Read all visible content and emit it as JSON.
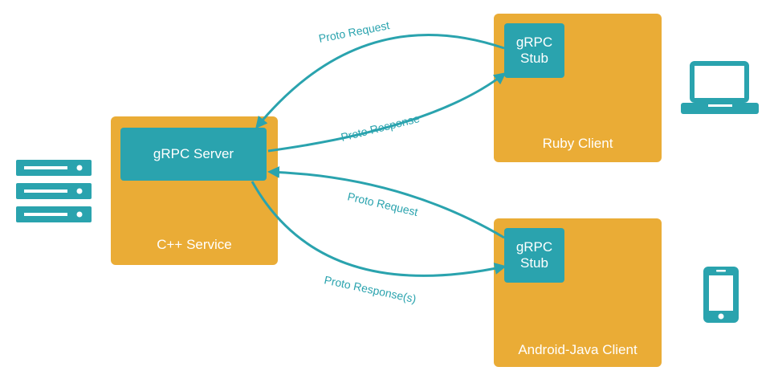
{
  "server": {
    "inner_label": "gRPC Server",
    "service_label": "C++ Service"
  },
  "ruby_client": {
    "stub_label": "gRPC\nStub",
    "client_label": "Ruby Client"
  },
  "android_client": {
    "stub_label": "gRPC\nStub",
    "client_label": "Android-Java Client"
  },
  "edges": {
    "ruby_request": "Proto Request",
    "ruby_response": "Proto Response",
    "android_request": "Proto Request",
    "android_response": "Proto Response(s)"
  },
  "icons": {
    "server": "server-rack-icon",
    "laptop": "laptop-icon",
    "phone": "mobile-phone-icon"
  },
  "colors": {
    "box": "#EAAC36",
    "accent": "#2AA3AE"
  }
}
